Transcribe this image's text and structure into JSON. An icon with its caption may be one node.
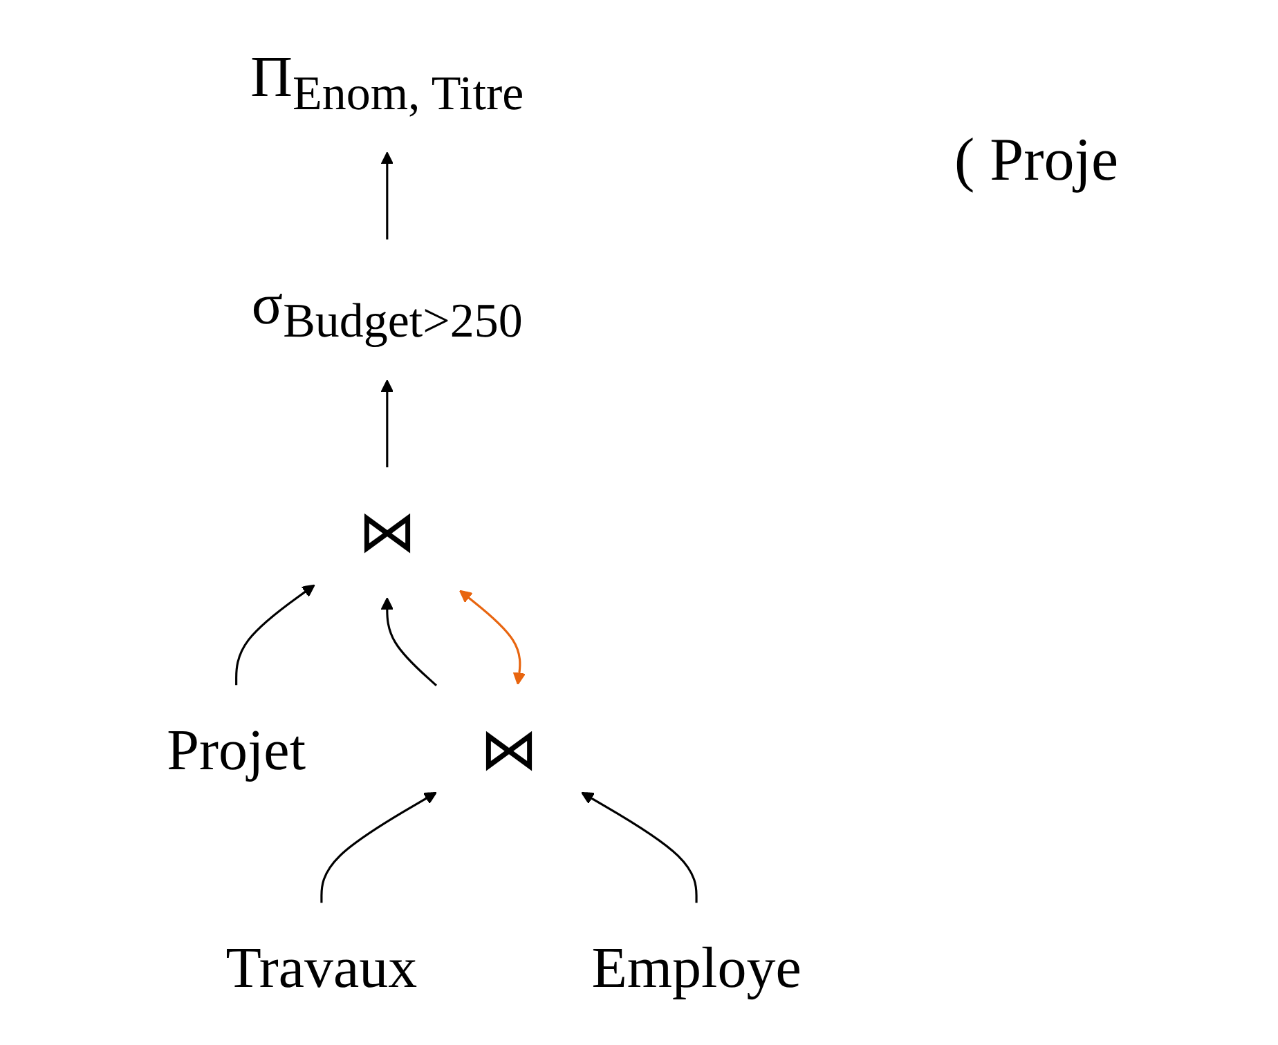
{
  "diagram": {
    "nodes": [
      {
        "text": [
          "Π$_{Enom, Titre}$"
        ]
      },
      {
        "text": [
          "σ$_{Budget>250}$"
        ]
      },
      {
        "text": [
          "⋈"
        ]
      },
      {
        "text": [
          "⋈"
        ]
      },
      {
        "text": [
          "Projet"
        ]
      },
      {
        "text": [
          "Travaux"
        ]
      },
      {
        "text": [
          "Employe"
        ]
      }
    ],
    "edges": [
      {
        "from": 1,
        "to": 0,
        "arrow": "to"
      },
      {
        "from": 2,
        "to": 1,
        "arrow": "to"
      },
      {
        "from": 4,
        "to": 2,
        "arrow": "to"
      },
      {
        "from": 3,
        "to": 2,
        "arrow": "to"
      },
      {
        "from": 3,
        "to": 2,
        "arrow": "both",
        "color": "#e8650f"
      },
      {
        "from": 5,
        "to": 3,
        "arrow": "to"
      },
      {
        "from": 6,
        "to": 3,
        "arrow": "to"
      }
    ],
    "labels": [
      "( Proje"
    ]
  }
}
